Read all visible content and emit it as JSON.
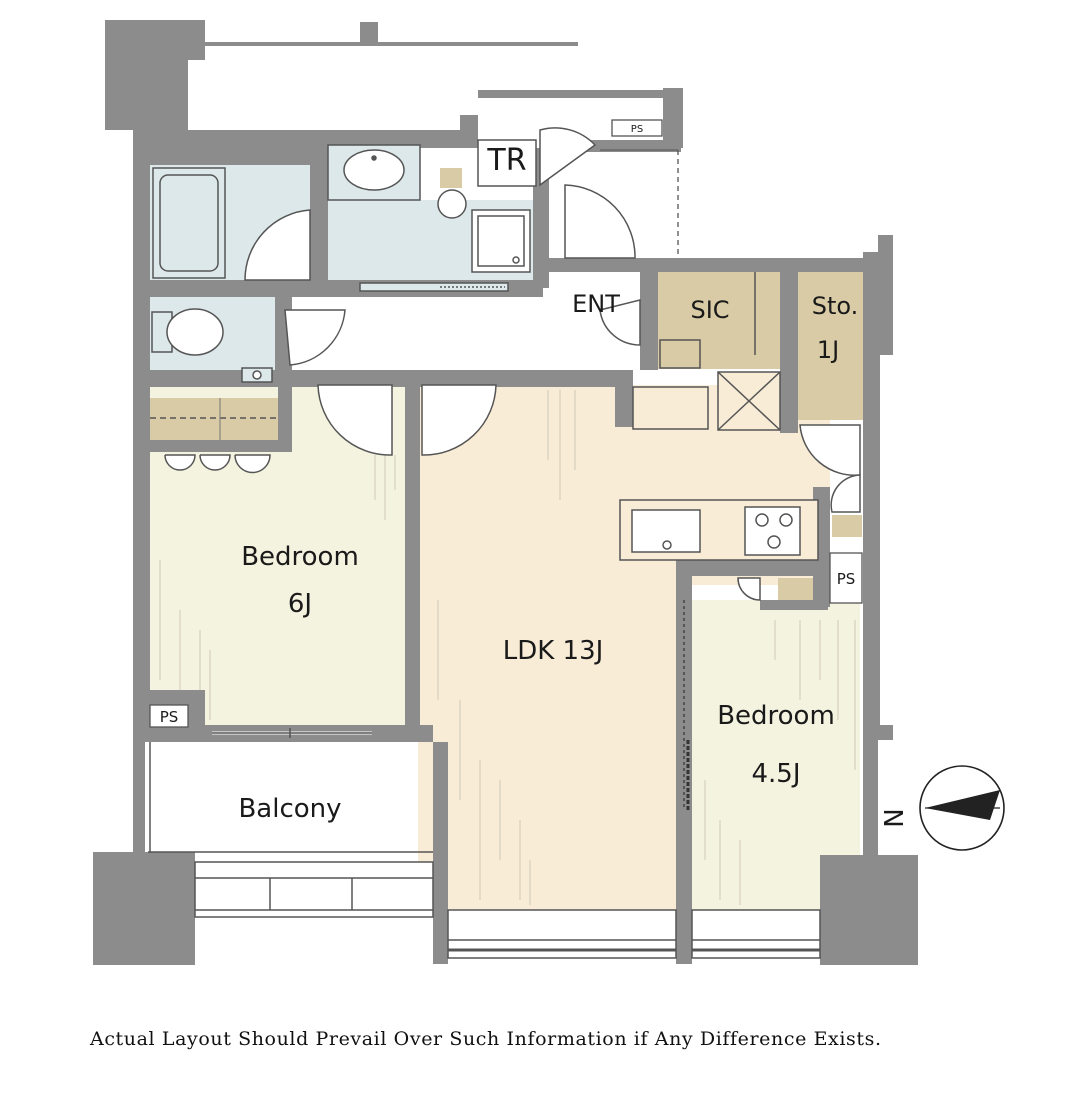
{
  "rooms": {
    "tr": "TR",
    "ps_top": "PS",
    "ent": "ENT",
    "sic": "SIC",
    "storage_name": "Sto.",
    "storage_size": "1J",
    "bedroom1_name": "Bedroom",
    "bedroom1_size": "6J",
    "ldk": "LDK 13J",
    "bedroom2_name": "Bedroom",
    "bedroom2_size": "4.5J",
    "balcony": "Balcony",
    "ps_left": "PS",
    "ps_right": "PS"
  },
  "compass": {
    "letter": "N",
    "icon": "north-compass-icon"
  },
  "colors": {
    "wall": "#8c8c8c",
    "bedroom_floor": "#f4f3df",
    "ldk_floor": "#f8ecd6",
    "storage": "#d9cba6",
    "wet_area": "#dde8ea",
    "hatch": "#d8d2bf"
  },
  "footer": {
    "disclaimer": "Actual Layout Should Prevail Over Such Information if Any Difference Exists."
  }
}
